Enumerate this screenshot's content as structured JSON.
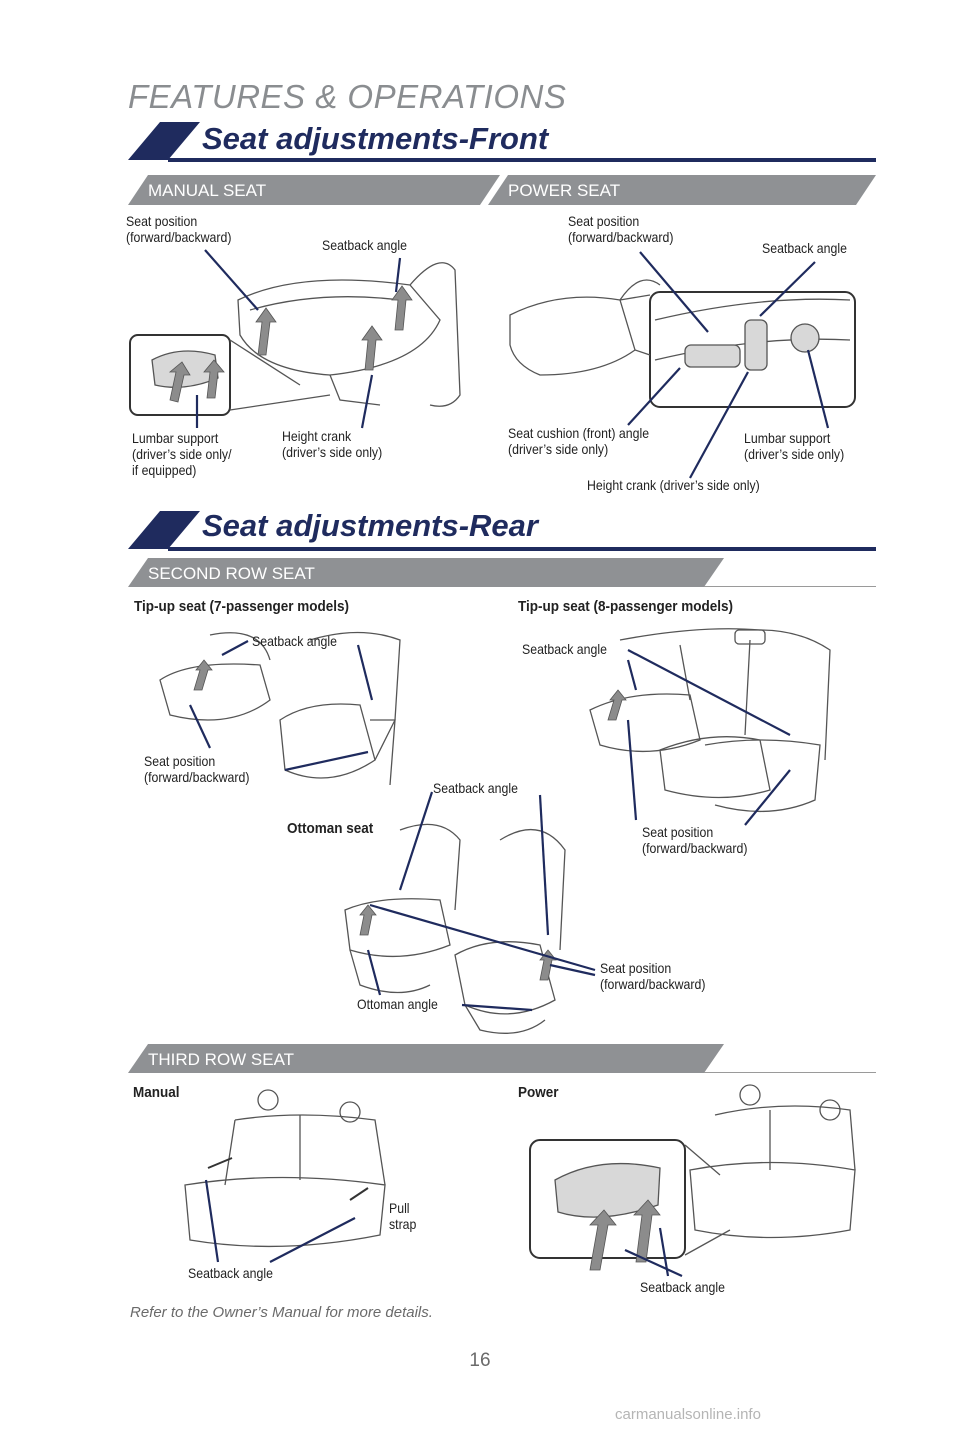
{
  "page": {
    "header_title": "FEATURES & OPERATIONS",
    "page_number": "16",
    "footnote": "Refer to the Owner’s Manual for more details.",
    "watermark": "carmanualsonline.info"
  },
  "front": {
    "title": "Seat adjustments-Front",
    "manual": {
      "heading": "MANUAL SEAT",
      "labels": {
        "seat_position": "Seat position\n(forward/backward)",
        "seatback_angle": "Seatback angle",
        "lumbar": "Lumbar support\n(driver’s side only/\nif equipped)",
        "height_crank": "Height crank\n(driver’s side only)"
      }
    },
    "power": {
      "heading": "POWER SEAT",
      "labels": {
        "seat_position": "Seat position\n(forward/backward)",
        "seatback_angle": "Seatback angle",
        "cushion_angle": "Seat cushion (front) angle\n(driver’s side only)",
        "lumbar": "Lumbar support\n(driver’s side only)",
        "height_crank": "Height crank (driver’s side only)"
      }
    }
  },
  "rear": {
    "title": "Seat adjustments-Rear",
    "second_row": {
      "heading": "SECOND ROW SEAT",
      "tipup7": {
        "title": "Tip-up seat (7-passenger models)",
        "seatback_angle": "Seatback angle",
        "seat_position": "Seat position\n(forward/backward)"
      },
      "tipup8": {
        "title": "Tip-up seat (8-passenger models)",
        "seatback_angle": "Seatback angle",
        "seat_position": "Seat position\n(forward/backward)"
      },
      "ottoman": {
        "title": "Ottoman seat",
        "seatback_angle": "Seatback angle",
        "seat_position": "Seat position\n(forward/backward)",
        "ottoman_angle": "Ottoman angle"
      }
    },
    "third_row": {
      "heading": "THIRD ROW SEAT",
      "manual": {
        "title": "Manual",
        "pull_strap": "Pull\nstrap",
        "seatback_angle": "Seatback angle"
      },
      "power": {
        "title": "Power",
        "seatback_angle": "Seatback angle"
      }
    }
  }
}
